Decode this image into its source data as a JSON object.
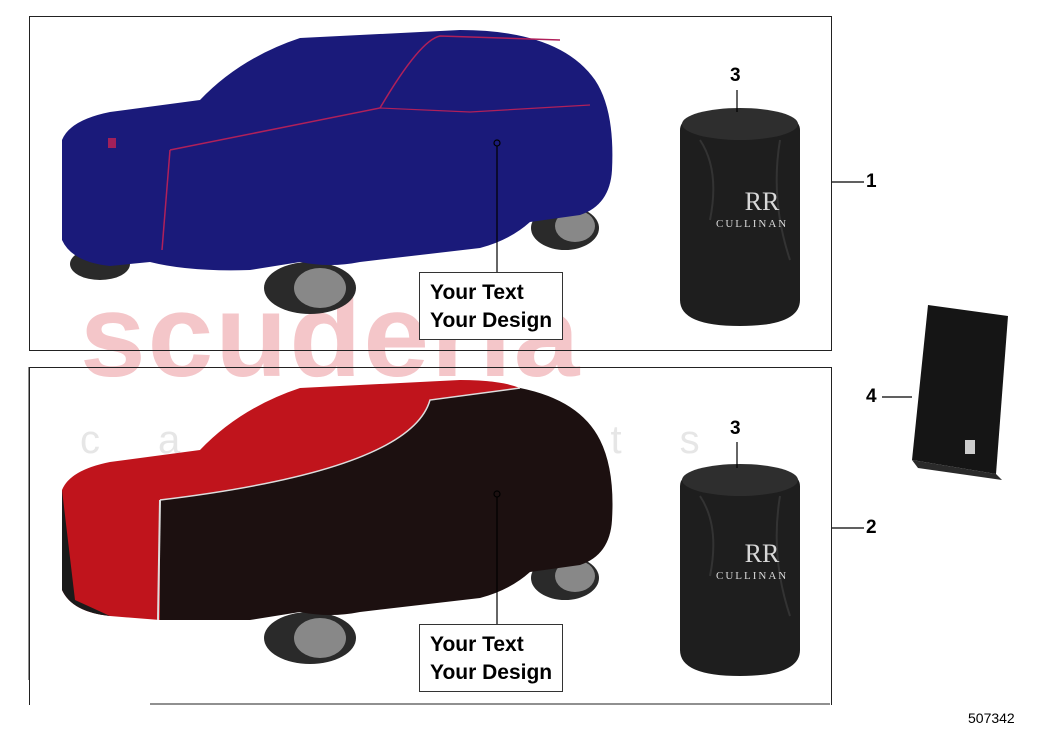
{
  "callouts": {
    "top": {
      "line1": "Your Text",
      "line2": "Your Design"
    },
    "bottom": {
      "line1": "Your Text",
      "line2": "Your Design"
    }
  },
  "part_numbers": {
    "p1": "1",
    "p2": "2",
    "p3_top": "3",
    "p3_bottom": "3",
    "p4": "4"
  },
  "bag_branding": {
    "top": "CULLINAN",
    "bottom": "CULLINAN"
  },
  "watermark": {
    "main": "scuderia",
    "sub": "car parts"
  },
  "figure_id": "507342",
  "colors": {
    "cover_blue": "#1a1a7a",
    "cover_red": "#c0141c",
    "cover_black": "#1c1010",
    "bag": "#1e1e1e",
    "watermark": "#f4c6c9"
  }
}
